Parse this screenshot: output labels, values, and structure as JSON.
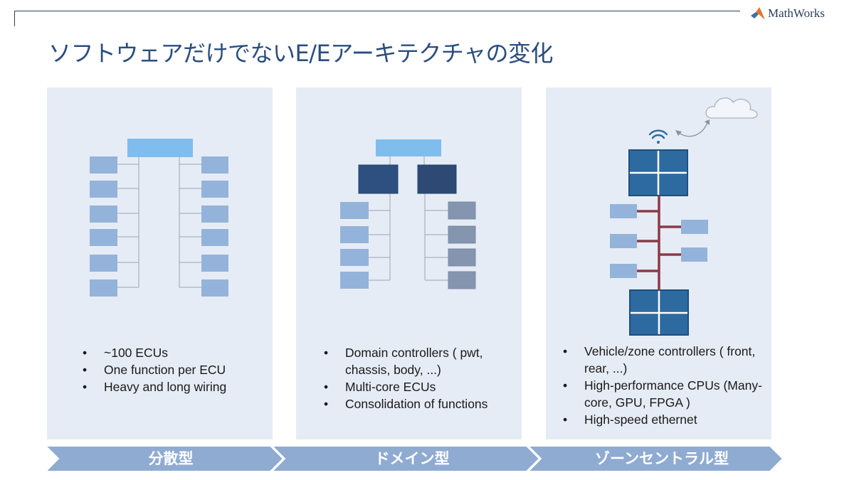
{
  "header": {
    "title": "ソフトウェアだけでないE/Eアーキテクチャの変化",
    "logo_text": "MathWorks",
    "logo_icon": "matlab-membrane-logo-icon"
  },
  "panels": [
    {
      "stage": "分散型",
      "bullets": [
        "~100 ECUs",
        "One function per ECU",
        "Heavy and long wiring"
      ]
    },
    {
      "stage": "ドメイン型",
      "bullets": [
        "Domain controllers ( pwt, chassis, body, ...)",
        "Multi-core ECUs",
        "Consolidation of functions"
      ]
    },
    {
      "stage": "ゾーンセントラル型",
      "bullets": [
        "Vehicle/zone controllers ( front, rear, ...)",
        "High-performance CPUs (Many-core, GPU, FPGA )",
        "High-speed ethernet"
      ]
    }
  ],
  "colors": {
    "title": "#2b4d7e",
    "panel_bg": "#e6ecf5",
    "ecu_light": "#94b3da",
    "ecu_top": "#7fbdee",
    "domain_box": "#2e5080",
    "ecu_gray": "#8595b0",
    "cpu_fill": "#2d6aa0",
    "bus": "#8b3a46",
    "chevron": "#8fabd2"
  },
  "icons": [
    "wifi-icon",
    "cloud-icon",
    "curved-arrow-icon"
  ]
}
